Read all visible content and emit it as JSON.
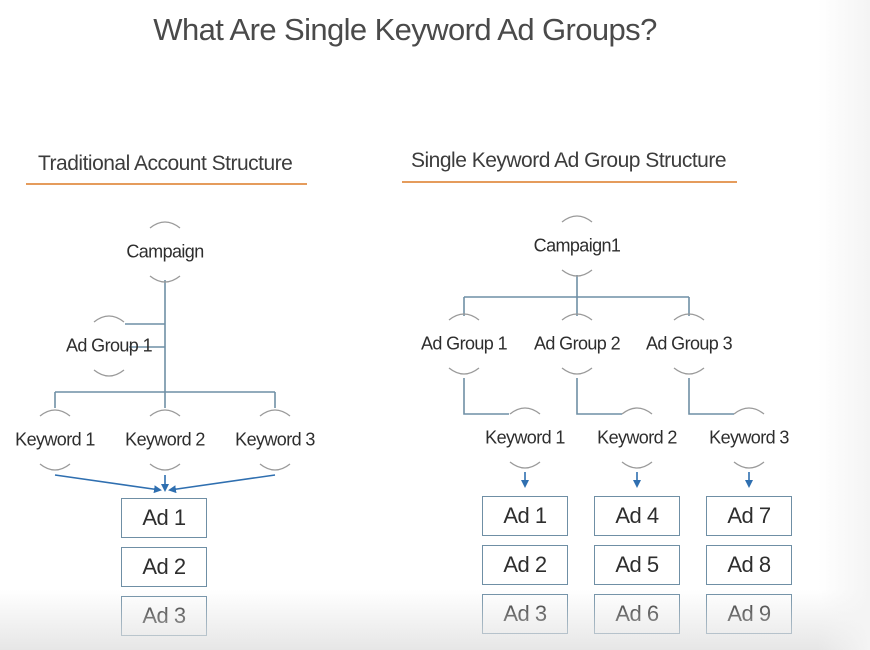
{
  "slide": {
    "title": "What Are Single Keyword Ad Groups?"
  },
  "traditional": {
    "heading": "Traditional Account Structure",
    "campaign": "Campaign",
    "ad_group": "Ad Group 1",
    "keywords": [
      "Keyword 1",
      "Keyword 2",
      "Keyword 3"
    ],
    "ads": [
      "Ad 1",
      "Ad 2",
      "Ad 3"
    ]
  },
  "skag": {
    "heading": "Single Keyword Ad Group Structure",
    "campaign": "Campaign1",
    "ad_groups": [
      "Ad Group 1",
      "Ad Group 2",
      "Ad Group 3"
    ],
    "keywords": [
      "Keyword 1",
      "Keyword 2",
      "Keyword 3"
    ],
    "ads": [
      [
        "Ad 1",
        "Ad 2",
        "Ad 3"
      ],
      [
        "Ad 4",
        "Ad 5",
        "Ad 6"
      ],
      [
        "Ad 7",
        "Ad 8",
        "Ad 9"
      ]
    ]
  },
  "colors": {
    "connector": "#6f8fa5",
    "arrow": "#2f6fb0",
    "underline": "#e59c5c",
    "node_arc": "#9a9a9a"
  }
}
